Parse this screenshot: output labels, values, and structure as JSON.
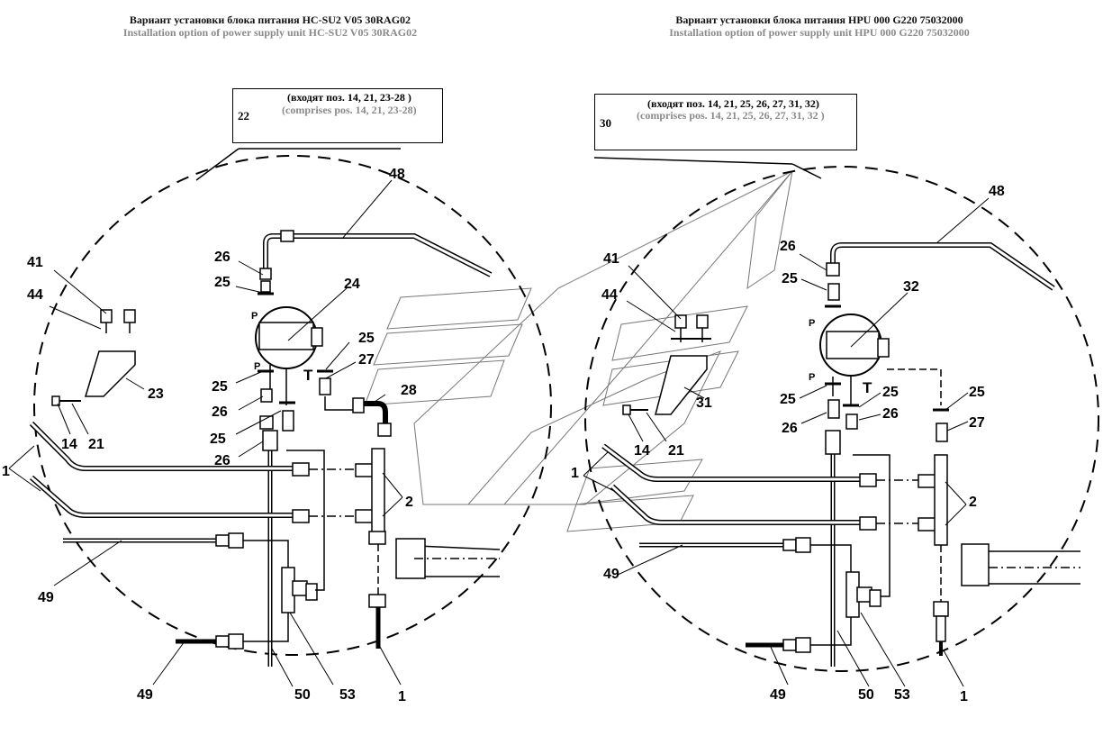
{
  "left": {
    "title_ru": "Вариант установки блока питания HC-SU2 V05 30RAG02",
    "title_en": "Installation option of power supply unit HC-SU2 V05 30RAG02",
    "box_num": "22",
    "box_ru": "(входят поз. 14, 21, 23-28 )",
    "box_en": "(comprises pos. 14, 21, 23-28)",
    "labels": {
      "l48": "48",
      "l41": "41",
      "l44": "44",
      "l26a": "26",
      "l25a": "25",
      "l24": "24",
      "l23": "23",
      "l25b": "25",
      "l27": "27",
      "l28": "28",
      "l25c": "25",
      "l26b": "26",
      "l14": "14",
      "l21": "21",
      "l25d": "25",
      "l26c": "26",
      "l1a": "1",
      "l2": "2",
      "l49a": "49",
      "l49b": "49",
      "l50": "50",
      "l53": "53",
      "l1b": "1",
      "pA": "P",
      "pB": "P",
      "t": "T"
    }
  },
  "right": {
    "title_ru": "Вариант установки блока питания HPU 000 G220 75032000",
    "title_en": "Installation option of power supply unit HPU 000 G220 75032000",
    "box_num": "30",
    "box_ru": "(входят поз. 14, 21, 25, 26, 27, 31, 32)",
    "box_en": "(comprises pos. 14, 21, 25, 26, 27, 31, 32 )",
    "labels": {
      "l48": "48",
      "l41": "41",
      "l44": "44",
      "l26a": "26",
      "l25a": "25",
      "l32": "32",
      "l31": "31",
      "l25b": "25",
      "l26b": "26",
      "l25c": "25",
      "l25d": "25",
      "l26c": "26",
      "l27": "27",
      "l14": "14",
      "l21": "21",
      "l1a": "1",
      "l2": "2",
      "l49a": "49",
      "l49b": "49",
      "l50": "50",
      "l53": "53",
      "l1b": "1",
      "pA": "P",
      "pB": "P",
      "t": "T"
    }
  }
}
